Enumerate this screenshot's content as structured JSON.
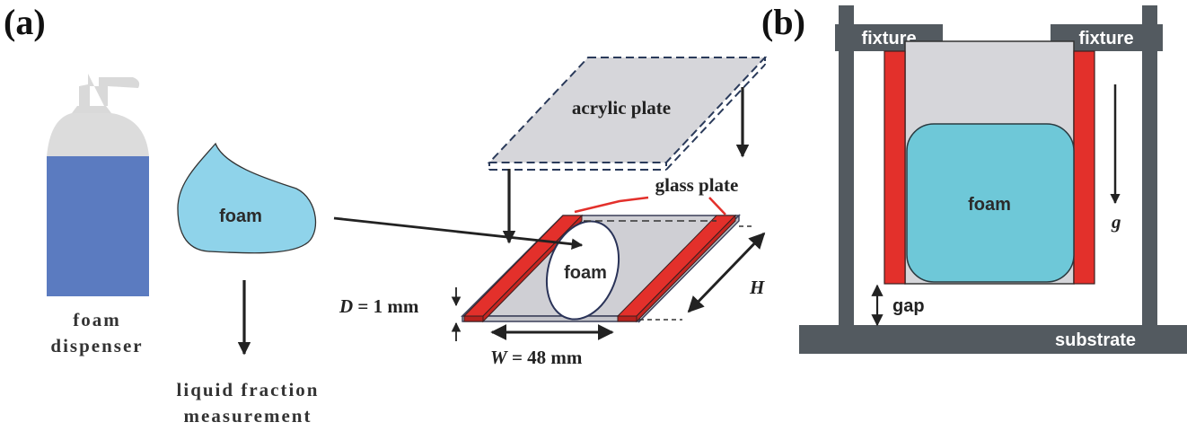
{
  "panels": {
    "a": "(a)",
    "b": "(b)"
  },
  "panel_a": {
    "dispenser_label_1": "foam",
    "dispenser_label_2": "dispenser",
    "foam_blob_label": "foam",
    "measurement_label_1": "liquid fraction",
    "measurement_label_2": "measurement",
    "acrylic_plate_label": "acrylic plate",
    "glass_plate_label": "glass plate",
    "cell_foam_label": "foam",
    "d_symbol": "D",
    "d_value": " = 1 mm",
    "w_symbol": "W",
    "w_value": " = 48 mm",
    "h_symbol": "H"
  },
  "panel_b": {
    "fixture_left": "fixture",
    "fixture_right": "fixture",
    "foam_label": "foam",
    "gravity_symbol": "g",
    "gap_label": "gap",
    "substrate_label": "substrate"
  },
  "colors": {
    "dispenser_body": "#5b7bc0",
    "dispenser_head": "#dcdcdc",
    "foam_light": "#8fd3ea",
    "foam_cyan": "#6ec8d8",
    "glass_red": "#e3302b",
    "acrylic_gray": "#d6d6da",
    "fixture_dark": "#535a60",
    "arrow": "#222222"
  }
}
